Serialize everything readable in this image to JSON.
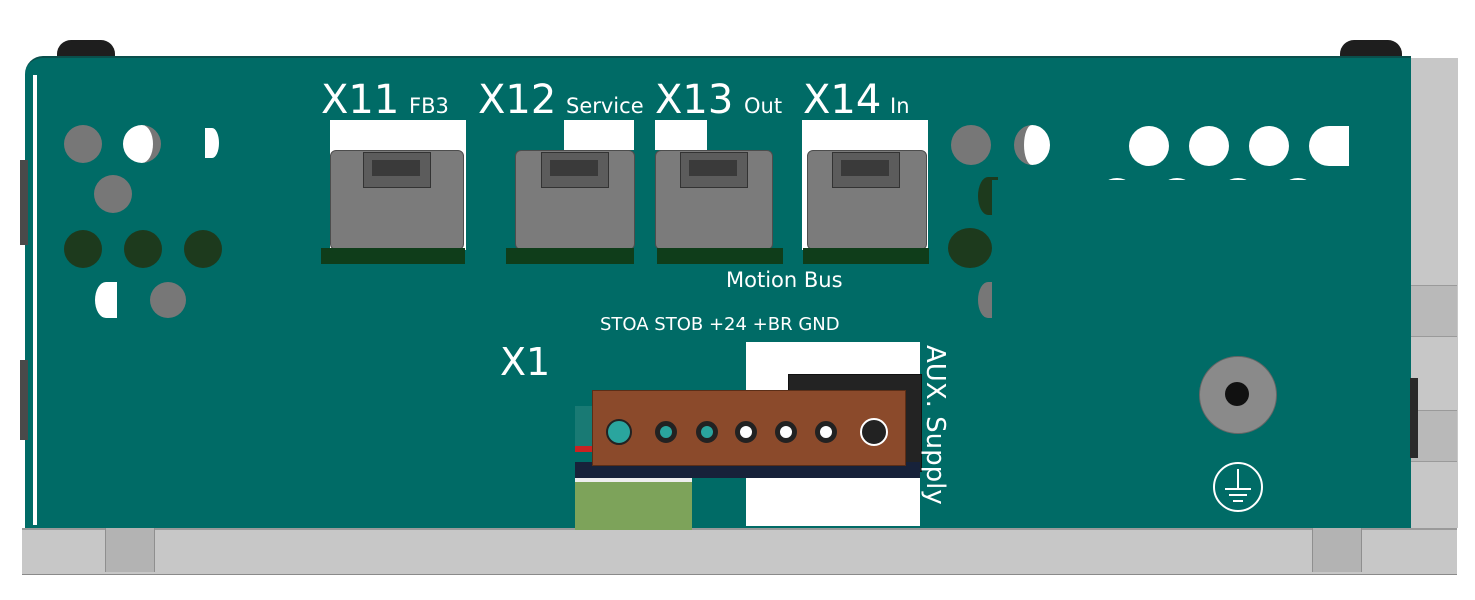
{
  "ports": [
    {
      "id": "X11",
      "sub": "FB3"
    },
    {
      "id": "X12",
      "sub": "Service"
    },
    {
      "id": "X13",
      "sub": "Out"
    },
    {
      "id": "X14",
      "sub": "In"
    }
  ],
  "motion_bus_label": "Motion Bus",
  "x1": {
    "id": "X1",
    "pin_labels": "STOA STOB +24 +BR GND",
    "aux_label": "AUX. Supply"
  },
  "colors": {
    "panel": "#006b66",
    "bracket": "#c8c8c8",
    "connector": "#7a7a7a",
    "terminal": "#8b4a2b",
    "pcb": "#0f3d1a"
  },
  "icons": [
    "ground-symbol-icon"
  ]
}
